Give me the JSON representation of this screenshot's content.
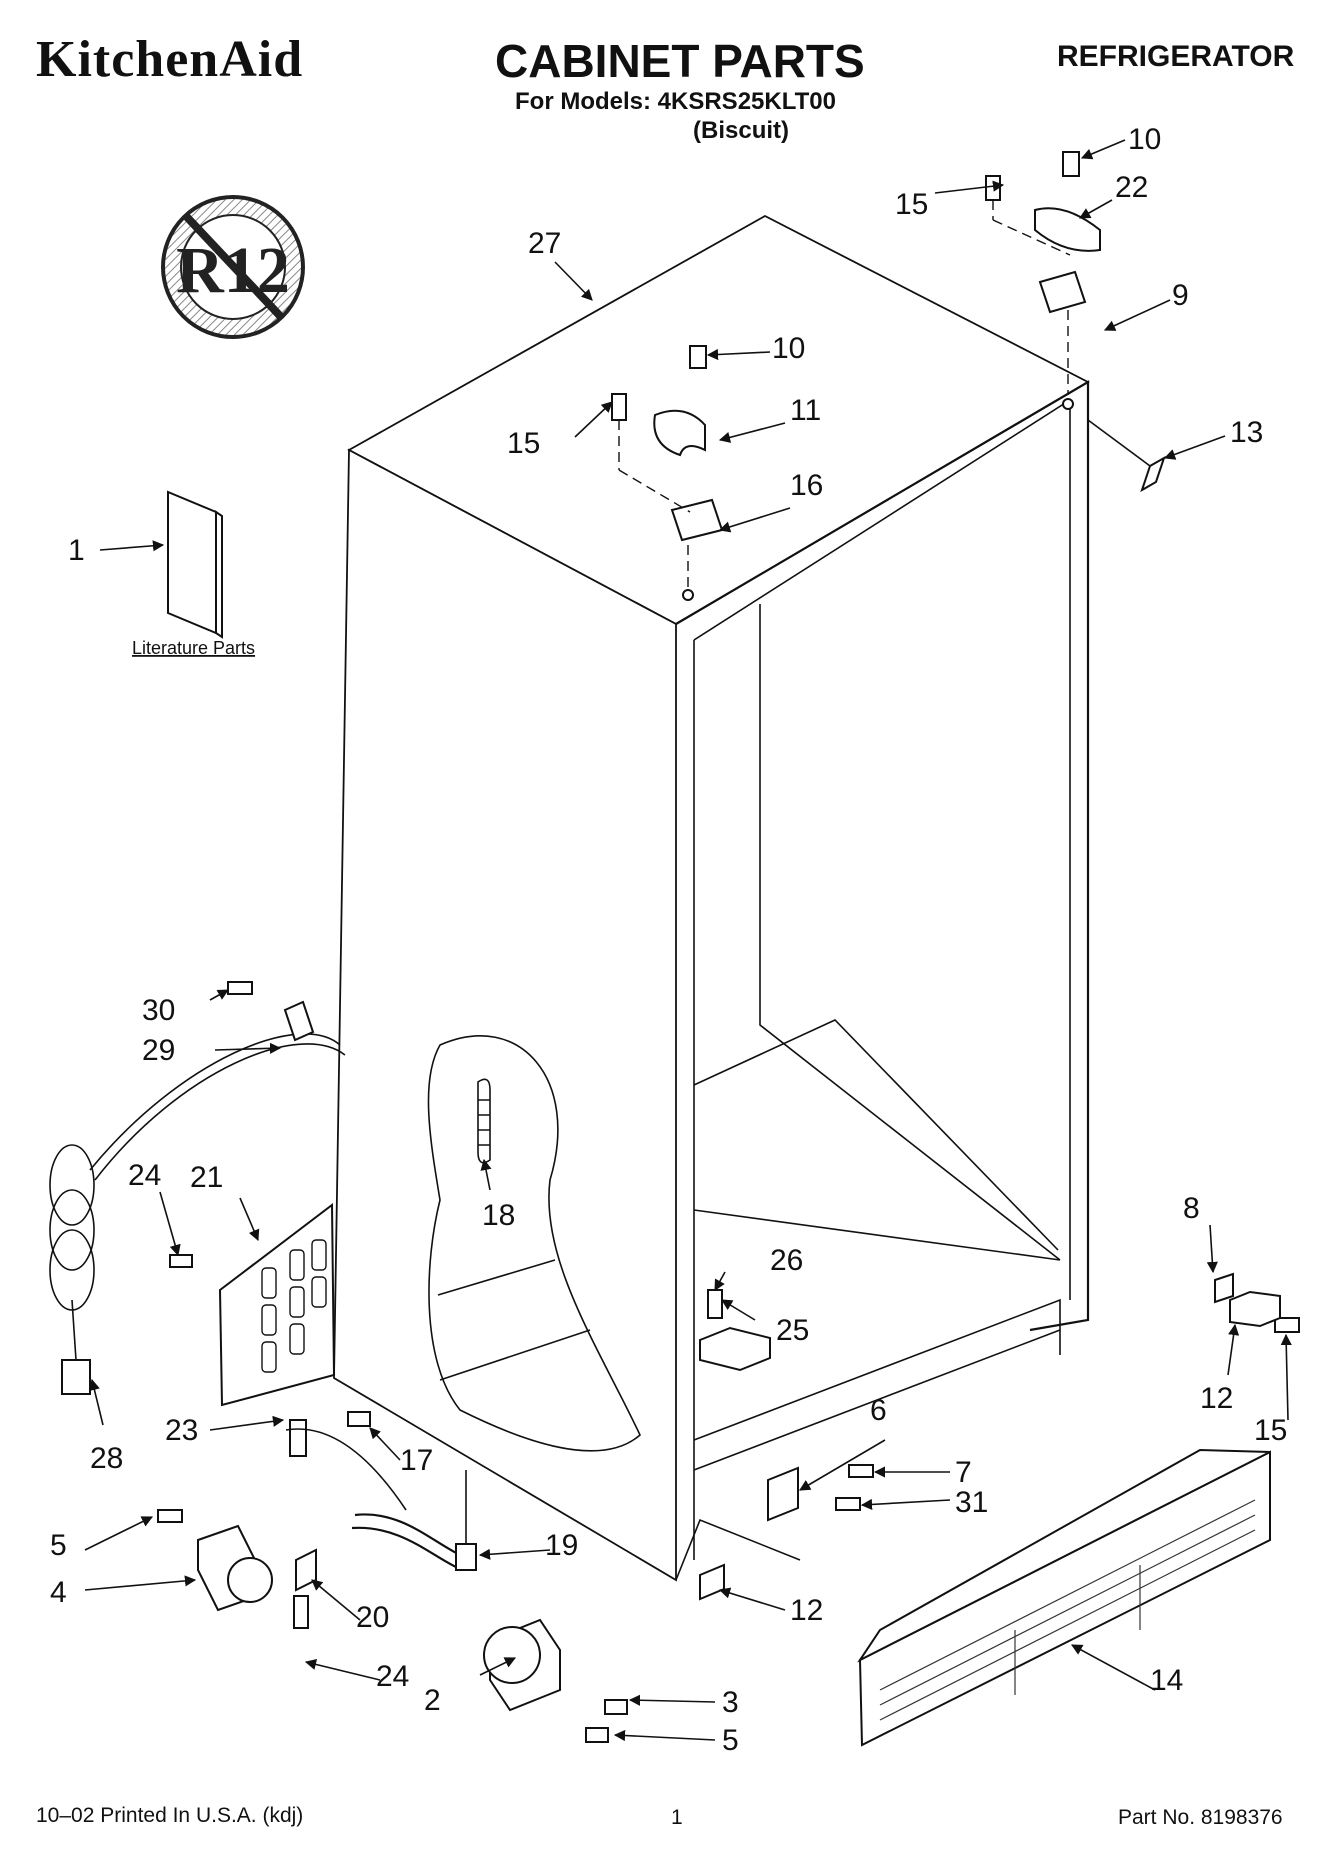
{
  "header": {
    "brand": "KitchenAid",
    "title": "CABINET PARTS",
    "product": "REFRIGERATOR",
    "models_line": "For Models: 4KSRS25KLT00",
    "variant": "(Biscuit)"
  },
  "badge": {
    "text": "R12",
    "icon": "no-r12-icon"
  },
  "literature_label": "Literature Parts",
  "callouts": [
    {
      "id": "c1",
      "text": "1"
    },
    {
      "id": "c2",
      "text": "2"
    },
    {
      "id": "c3",
      "text": "3"
    },
    {
      "id": "c4",
      "text": "4"
    },
    {
      "id": "c5a",
      "text": "5"
    },
    {
      "id": "c5b",
      "text": "5"
    },
    {
      "id": "c6",
      "text": "6"
    },
    {
      "id": "c7",
      "text": "7"
    },
    {
      "id": "c8",
      "text": "8"
    },
    {
      "id": "c9",
      "text": "9"
    },
    {
      "id": "c10a",
      "text": "10"
    },
    {
      "id": "c10b",
      "text": "10"
    },
    {
      "id": "c11",
      "text": "11"
    },
    {
      "id": "c12a",
      "text": "12"
    },
    {
      "id": "c12b",
      "text": "12"
    },
    {
      "id": "c13",
      "text": "13"
    },
    {
      "id": "c14",
      "text": "14"
    },
    {
      "id": "c15a",
      "text": "15"
    },
    {
      "id": "c15b",
      "text": "15"
    },
    {
      "id": "c15c",
      "text": "15"
    },
    {
      "id": "c16",
      "text": "16"
    },
    {
      "id": "c17",
      "text": "17"
    },
    {
      "id": "c18",
      "text": "18"
    },
    {
      "id": "c19",
      "text": "19"
    },
    {
      "id": "c20",
      "text": "20"
    },
    {
      "id": "c21",
      "text": "21"
    },
    {
      "id": "c22",
      "text": "22"
    },
    {
      "id": "c23",
      "text": "23"
    },
    {
      "id": "c24a",
      "text": "24"
    },
    {
      "id": "c24b",
      "text": "24"
    },
    {
      "id": "c25",
      "text": "25"
    },
    {
      "id": "c26",
      "text": "26"
    },
    {
      "id": "c27",
      "text": "27"
    },
    {
      "id": "c28",
      "text": "28"
    },
    {
      "id": "c29",
      "text": "29"
    },
    {
      "id": "c30",
      "text": "30"
    },
    {
      "id": "c31",
      "text": "31"
    }
  ],
  "footer": {
    "printed": "10–02 Printed In U.S.A. (kdj)",
    "page": "1",
    "part_no": "Part No. 8198376"
  }
}
